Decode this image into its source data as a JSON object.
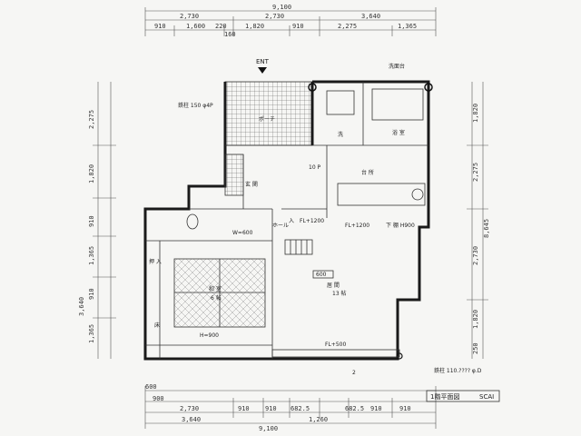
{
  "dimensions": {
    "top_total": "9,100",
    "top_row2": [
      "2,730",
      "2,730",
      "3,640"
    ],
    "top_row3": [
      "910",
      "1,600",
      "220",
      "1,820",
      "910",
      "2,275",
      "1,365"
    ],
    "top_small": "160",
    "bottom_row1": [
      "600",
      "900"
    ],
    "bottom_row2": [
      "2,730",
      "910",
      "910",
      "682.5",
      "682.5",
      "910",
      "910"
    ],
    "bottom_row3": [
      "3,640",
      "1,260"
    ],
    "bottom_total": "9,100",
    "left": [
      "2,275",
      "1,820",
      "910",
      "1,365",
      "3,640",
      "910",
      "1,365"
    ],
    "right": [
      "1,820",
      "2,275",
      "8,645",
      "2,730",
      "1,820",
      "250"
    ]
  },
  "labels": {
    "entrance": "ENT",
    "porch_note": "鉄柱 150 φ4P",
    "porch": "ポーチ",
    "washroom_note": "洗面台",
    "wash": "洗",
    "bath": "浴 室",
    "kitchen": "台 所",
    "floor_fp": "10 P",
    "entry_hall": "玄 関",
    "hall": "ホール",
    "fl_level": "FL+1200",
    "fl_small": "FL+1200",
    "cupboard": "下 棚 H900",
    "living_dining": "居 間",
    "living_size": "13 帖",
    "tatami_room": "和 室",
    "tatami_size": "6 帖",
    "closet": "押 入",
    "tokonoma": "床",
    "fl_bottom": "FL+500",
    "pillar_note": "鉄柱 110.???? φ.D",
    "legend": "1階平面図",
    "scale": "SCAI",
    "wall_label": "W=600",
    "small_600": "600",
    "in": "入",
    "hm": "H=900",
    "marker_2": "2"
  }
}
